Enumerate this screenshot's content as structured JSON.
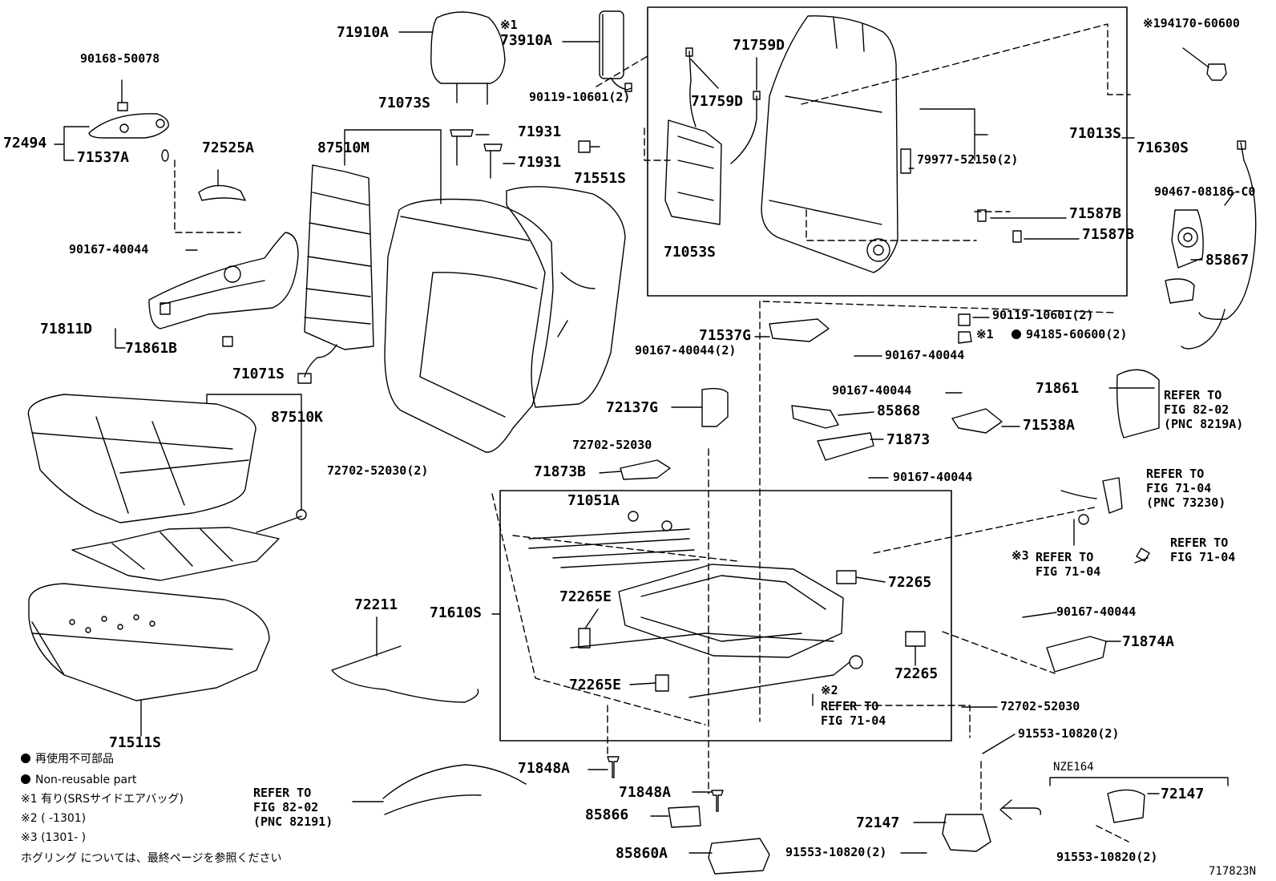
{
  "labels": {
    "p71910A": "71910A",
    "p73910A_mark": "※1",
    "p73910A": "73910A",
    "p194170": "※194170-60600",
    "p90168": "90168-50078",
    "p72494": "72494",
    "p71537A": "71537A",
    "p72525A": "72525A",
    "p71073S": "71073S",
    "p87510M": "87510M",
    "p90119a": "90119-10601(2)",
    "p71931a": "71931",
    "p71931b": "71931",
    "p71759Da": "71759D",
    "p71759Db": "71759D",
    "p71013S": "71013S",
    "p71630S": "71630S",
    "p79977": "79977-52150(2)",
    "p71551S": "71551S",
    "p90467": "90467-08186-C0",
    "p71587Ba": "71587B",
    "p71587Bb": "71587B",
    "p71053S": "71053S",
    "p85867": "85867",
    "p90167_40044a": "90167-40044",
    "p71811D": "71811D",
    "p71861B": "71861B",
    "p90119b": "90119-10601(2)",
    "p94185": "94185-60600(2)",
    "p94185_mark": "※1",
    "p71537G": "71537G",
    "p90167_2": "90167-40044(2)",
    "p90167_40044b": "90167-40044",
    "p71071S": "71071S",
    "p87510K": "87510K",
    "p71861": "71861",
    "p90167_40044c": "90167-40044",
    "p85868": "85868",
    "p71538A": "71538A",
    "p72137G": "72137G",
    "p72702a": "72702-52030",
    "p71873": "71873",
    "p72702_2": "72702-52030(2)",
    "p71873B": "71873B",
    "p90167_40044d": "90167-40044",
    "p71051A": "71051A",
    "p72265a": "72265",
    "p72265Ea": "72265E",
    "p72211": "72211",
    "p71610S": "71610S",
    "p90167_40044e": "90167-40044",
    "p71874A": "71874A",
    "p72265b": "72265",
    "p72265Eb": "72265E",
    "p71511S": "71511S",
    "p72702b": "72702-52030",
    "p91553a": "91553-10820(2)",
    "p71848Aa": "71848A",
    "p71848Ab": "71848A",
    "p85866": "85866",
    "p72147a": "72147",
    "p72147b": "72147",
    "p85860A": "85860A",
    "p91553b": "91553-10820(2)",
    "p91553c": "91553-10820(2)",
    "nze": "NZE164",
    "code": "717823N"
  },
  "refs": {
    "r1_l1": "REFER TO",
    "r1_l2": "FIG 82-02",
    "r1_l3": "(PNC 8219A)",
    "r2_l1": "REFER TO",
    "r2_l2": "FIG 71-04",
    "r2_l3": "(PNC 73230)",
    "r3_l1": "REFER TO",
    "r3_l2": "FIG 71-04",
    "r4_mark": "※3",
    "r4_l1": "REFER TO",
    "r4_l2": "FIG 71-04",
    "r5_mark": "※2",
    "r5_l1": "REFER TO",
    "r5_l2": "FIG 71-04",
    "r6_l1": "REFER TO",
    "r6_l2": "FIG 82-02",
    "r6_l3": "(PNC 82191)"
  },
  "legend": {
    "jp_nonreusable": "再使用不可部品",
    "en_nonreusable": "Non-reusable part",
    "note1": "※1 有り(SRSサイドエアバッグ)",
    "note2": "※2 (      -1301)",
    "note3": "※3 (1301-      )",
    "hog": "ホグリング については、最終ページを参照ください"
  }
}
